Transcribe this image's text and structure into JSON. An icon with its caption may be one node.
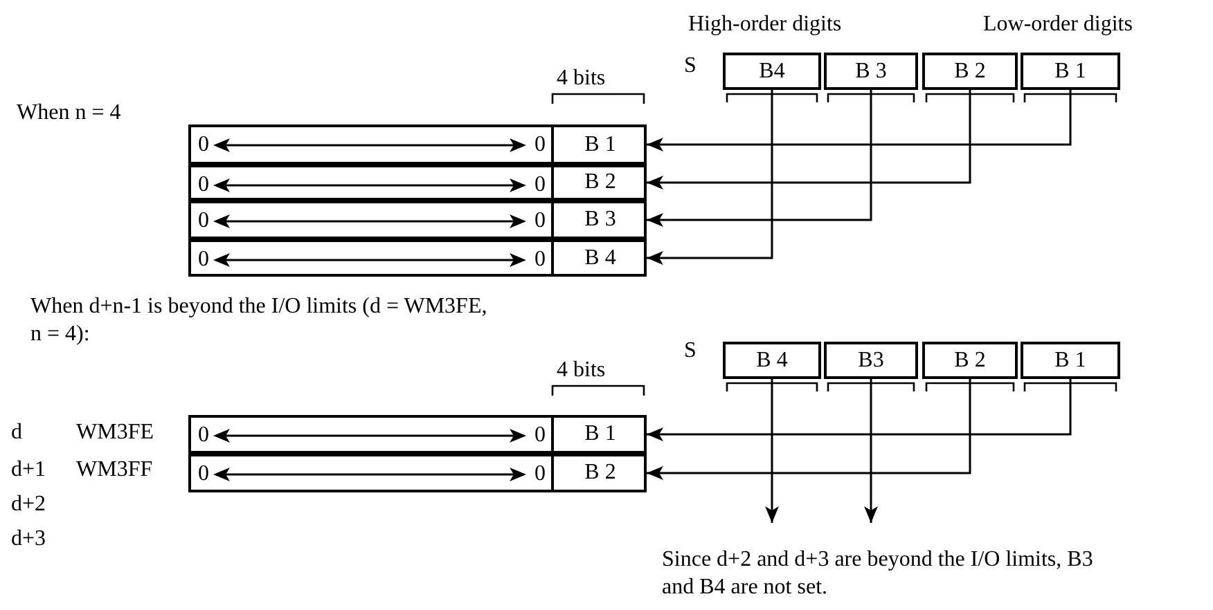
{
  "diagram": {
    "nodes": [
      {
        "text": [
          "B4"
        ]
      },
      {
        "text": [
          "B 3"
        ]
      },
      {
        "text": [
          "B 2"
        ]
      },
      {
        "text": [
          "B 1"
        ]
      },
      {
        "text": [
          "0",
          "0"
        ]
      },
      {
        "text": [
          "B 1"
        ],
        "in": 4
      },
      {
        "text": [
          "0",
          "0"
        ]
      },
      {
        "text": [
          "B 2"
        ],
        "in": 6
      },
      {
        "text": [
          "0",
          "0"
        ]
      },
      {
        "text": [
          "B 3"
        ],
        "in": 8
      },
      {
        "text": [
          "0",
          "0"
        ]
      },
      {
        "text": [
          "B 4"
        ],
        "in": 10
      },
      {
        "text": [
          "B 4"
        ]
      },
      {
        "text": [
          "B3"
        ]
      },
      {
        "text": [
          "B 2"
        ]
      },
      {
        "text": [
          "B 1"
        ]
      },
      {
        "text": [
          "0",
          "0"
        ]
      },
      {
        "text": [
          "B 1"
        ],
        "in": 16
      },
      {
        "text": [
          "0",
          "0"
        ]
      },
      {
        "text": [
          "B 2"
        ],
        "in": 18
      }
    ],
    "edges": [
      {
        "from": 3,
        "to": 5,
        "arrow": "to"
      },
      {
        "from": 2,
        "to": 7,
        "arrow": "to"
      },
      {
        "from": 1,
        "to": 9,
        "arrow": "to"
      },
      {
        "from": 0,
        "to": 11,
        "arrow": "to"
      },
      {
        "from": 15,
        "to": 17,
        "arrow": "to"
      },
      {
        "from": 14,
        "to": 19,
        "arrow": "to"
      },
      {
        "from": 13,
        "to": null,
        "arrow": "to"
      },
      {
        "from": 12,
        "to": null,
        "arrow": "to"
      }
    ],
    "labels": [
      "High-order digits",
      "Low-order digits",
      "When n = 4",
      "4 bits",
      "S",
      "When d+n-1 is beyond the I/O limits (d = WM3FE, n = 4):",
      "4 bits",
      "S",
      "d",
      "WM3FE",
      "d+1",
      "WM3FF",
      "d+2",
      "d+3",
      "Since d+2 and d+3 are beyond the I/O limits, B3 and B4 are not set."
    ]
  }
}
